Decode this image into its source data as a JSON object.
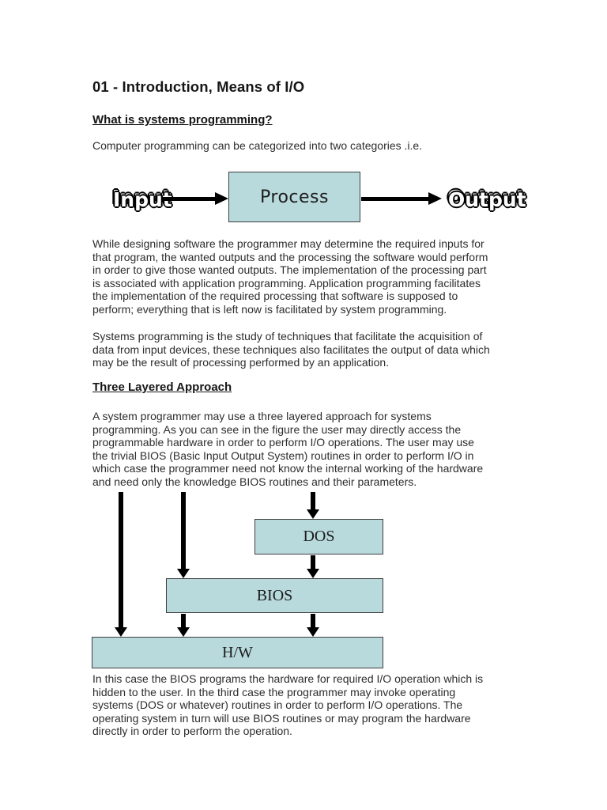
{
  "document": {
    "title": "01 - Introduction, Means of I/O",
    "heading_systems_programming": "What is systems programming?",
    "heading_three_layered": "Three Layered Approach",
    "paragraph_intro": "Computer programming can be categorized into two categories .i.e.",
    "paragraph_design": [
      "While designing software the programmer may determine the required inputs for",
      "that program, the wanted outputs and the processing the software would perform",
      "in order to give those wanted outputs. The implementation of the processing part",
      "is associated with application programming. Application programming facilitates",
      "the implementation of the required processing that software is supposed to",
      "perform; everything that is left now is facilitated by system programming."
    ],
    "paragraph_systems": [
      "Systems programming is the study of techniques that facilitate the acquisition of",
      "data from input devices, these techniques also facilitates the output of data which",
      "may be the result of processing performed by an application."
    ],
    "paragraph_layered": [
      "A system programmer may use a three layered approach for systems",
      "programming. As you can see in the figure the user may directly access the",
      "programmable hardware in order to perform I/O operations. The user may use",
      "the trivial BIOS (Basic Input Output System) routines in order to perform I/O in",
      "which case the programmer need not know the internal working of the hardware",
      "and need only the knowledge BIOS routines and their parameters."
    ],
    "paragraph_bios": [
      "In this case the BIOS programs the hardware for required I/O operation which is",
      "hidden to the user. In the third case the programmer may invoke operating",
      "systems (DOS or whatever) routines in order to perform I/O operations. The",
      "operating system in turn will use BIOS routines or may program the hardware",
      "directly in order to perform the operation."
    ]
  },
  "io_diagram": {
    "input_label": "Input",
    "process_label": "Process",
    "output_label": "Output"
  },
  "layers_diagram": {
    "dos_label": "DOS",
    "bios_label": "BIOS",
    "hw_label": "H/W"
  },
  "colors": {
    "box_fill": "#b9dadd",
    "box_border": "#3d3d3d",
    "arrow": "#000000",
    "body_text": "#2d2d2d",
    "heading_text": "#161616"
  }
}
